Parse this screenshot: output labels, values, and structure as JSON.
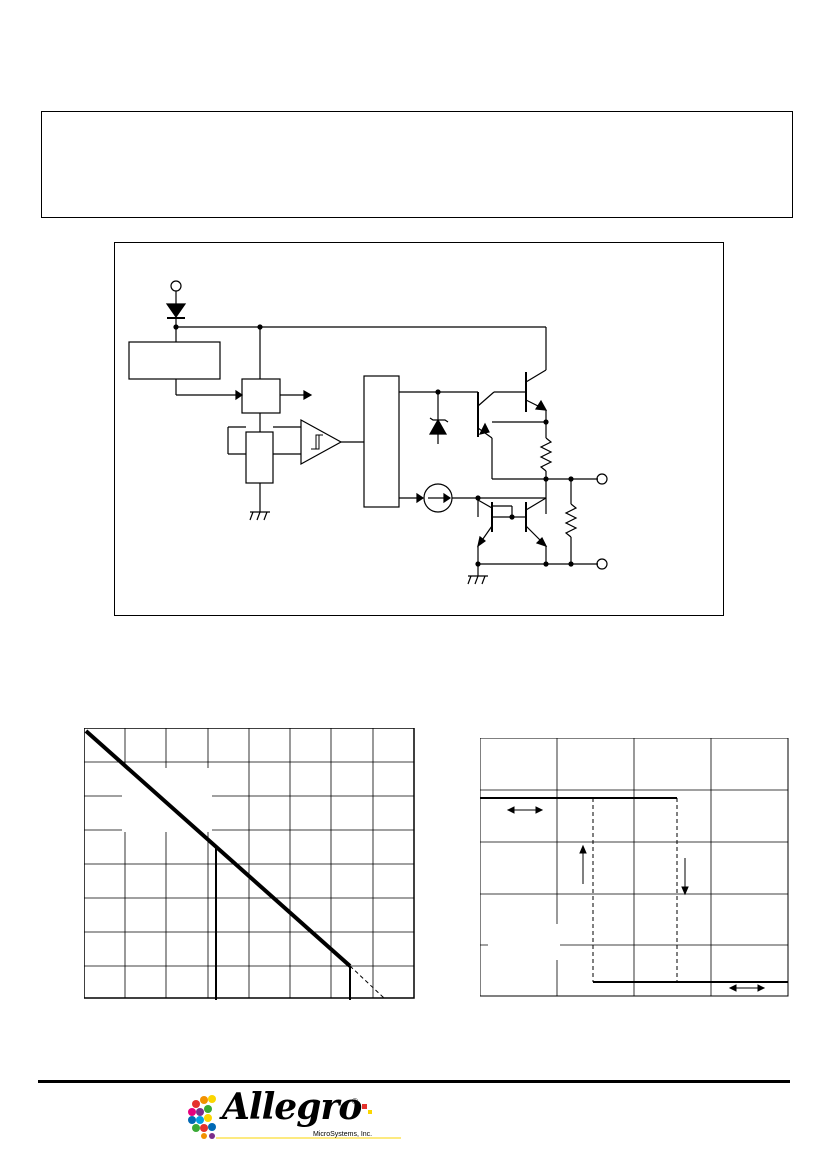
{
  "logo": {
    "wordmark": "Allegro",
    "registered": "®",
    "subtitle": "MicroSystems, Inc.",
    "dot_colors": [
      "#e5322d",
      "#f29100",
      "#fbd600",
      "#3aaa35",
      "#0069b4",
      "#7b2d8b",
      "#e6007e",
      "#00a0e3"
    ]
  },
  "colors": {
    "line": "#000000",
    "background": "#ffffff",
    "dashed": "#000000"
  },
  "icons": [
    "diode-icon",
    "zener-diode-icon",
    "current-source-icon",
    "npn-transistor-icon",
    "resistor-icon",
    "ground-icon",
    "schmitt-trigger-icon",
    "terminal-icon"
  ],
  "derating_chart": {
    "grid_columns": 8,
    "grid_rows": 8
  },
  "switching_chart": {
    "table_columns": 4,
    "table_rows": 5
  }
}
